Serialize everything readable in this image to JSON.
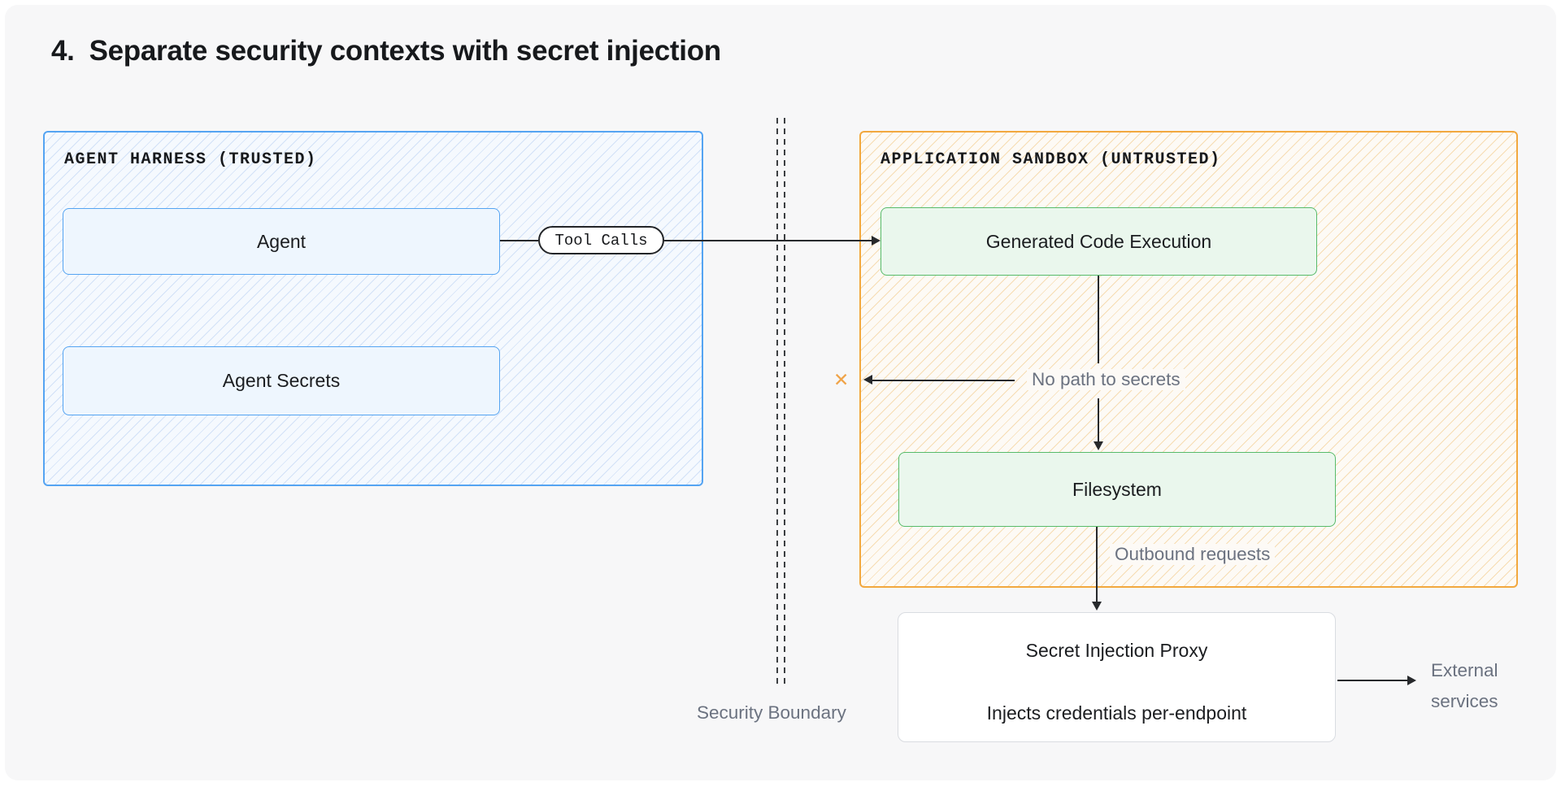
{
  "title": {
    "number": "4.",
    "text": "Separate security contexts with secret injection"
  },
  "trusted_zone": {
    "label": "AGENT HARNESS (TRUSTED)",
    "agent_label": "Agent",
    "agent_secrets_label": "Agent Secrets"
  },
  "connector": {
    "tool_calls_label": "Tool Calls"
  },
  "boundary": {
    "label": "Security Boundary"
  },
  "untrusted_zone": {
    "label": "APPLICATION SANDBOX (UNTRUSTED)",
    "generated_code_label": "Generated Code Execution",
    "filesystem_label": "Filesystem",
    "no_path_label": "No path to secrets",
    "blocked_marker": "✕",
    "outbound_label": "Outbound requests"
  },
  "proxy": {
    "title": "Secret Injection Proxy",
    "subtitle": "Injects credentials per-endpoint"
  },
  "external": {
    "line1": "External",
    "line2": "services"
  },
  "colors": {
    "page_bg": "#f7f7f8",
    "trusted_border": "#55a4f2",
    "trusted_fill": "#eef6fe",
    "untrusted_border": "#f2a83e",
    "untrusted_hatch": "#f6dcb2",
    "node_green_border": "#57bb6a",
    "node_green_fill": "#eaf7ed",
    "proxy_border": "#d9dce1",
    "line": "#27292c",
    "muted_text": "#6b7280",
    "blocked_x": "#f0a449",
    "title_text": "#17191c"
  }
}
